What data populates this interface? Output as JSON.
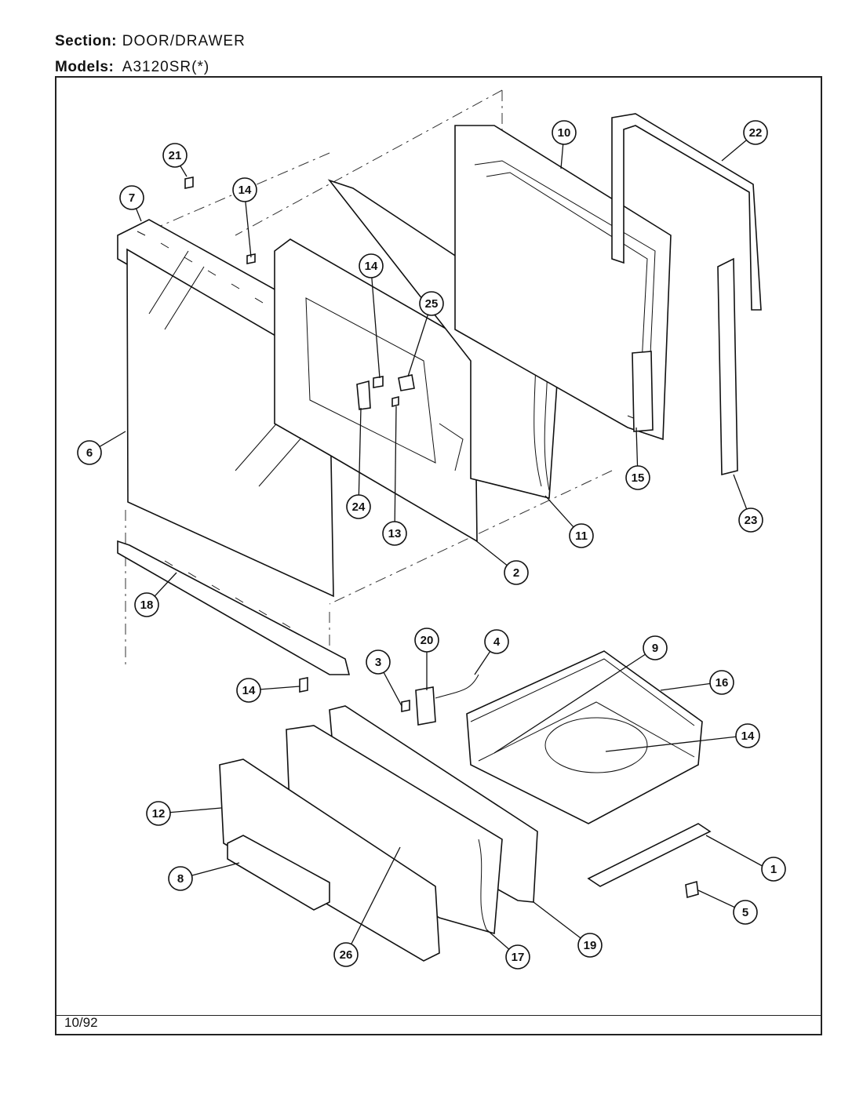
{
  "header": {
    "section_label": "Section:",
    "section_value": "DOOR/DRAWER",
    "models_label": "Models:",
    "models_value": "A3120SR(*)"
  },
  "footer": {
    "date": "10/92"
  },
  "callouts": [
    "1",
    "2",
    "3",
    "4",
    "5",
    "6",
    "7",
    "8",
    "9",
    "10",
    "11",
    "12",
    "13",
    "14",
    "14",
    "14",
    "14",
    "14",
    "15",
    "16",
    "17",
    "18",
    "19",
    "20",
    "21",
    "22",
    "23",
    "24",
    "25",
    "26"
  ]
}
